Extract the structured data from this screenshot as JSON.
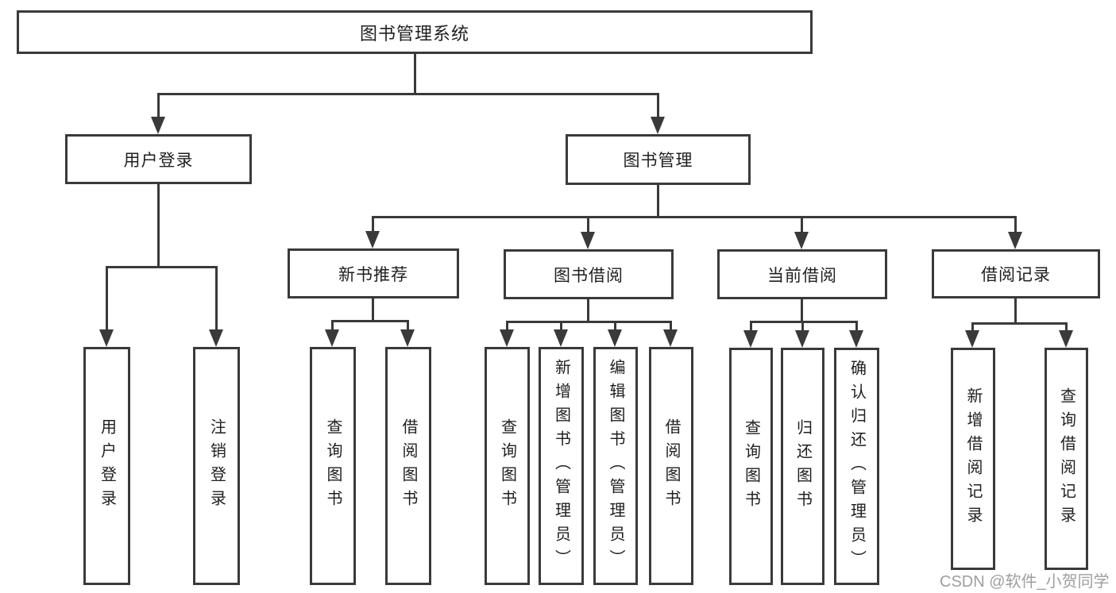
{
  "diagram": {
    "title": "图书管理系统",
    "level2": [
      {
        "label": "用户登录"
      },
      {
        "label": "图书管理"
      }
    ],
    "level3": [
      {
        "label": "新书推荐"
      },
      {
        "label": "图书借阅"
      },
      {
        "label": "当前借阅"
      },
      {
        "label": "借阅记录"
      }
    ],
    "leaves": [
      {
        "label": "用户登录"
      },
      {
        "label": "注销登录"
      },
      {
        "label": "查询图书"
      },
      {
        "label": "借阅图书"
      },
      {
        "label": "查询图书"
      },
      {
        "label": "新增图书（管理员）"
      },
      {
        "label": "编辑图书（管理员）"
      },
      {
        "label": "借阅图书"
      },
      {
        "label": "查询图书"
      },
      {
        "label": "归还图书"
      },
      {
        "label": "确认归还（管理员）"
      },
      {
        "label": "新增借阅记录"
      },
      {
        "label": "查询借阅记录"
      }
    ]
  },
  "watermark": "CSDN @软件_小贺同学",
  "colors": {
    "line": "#3a3a3a",
    "text": "#1f1f1f",
    "background": "#ffffff",
    "watermark": "#9e9e9e"
  }
}
